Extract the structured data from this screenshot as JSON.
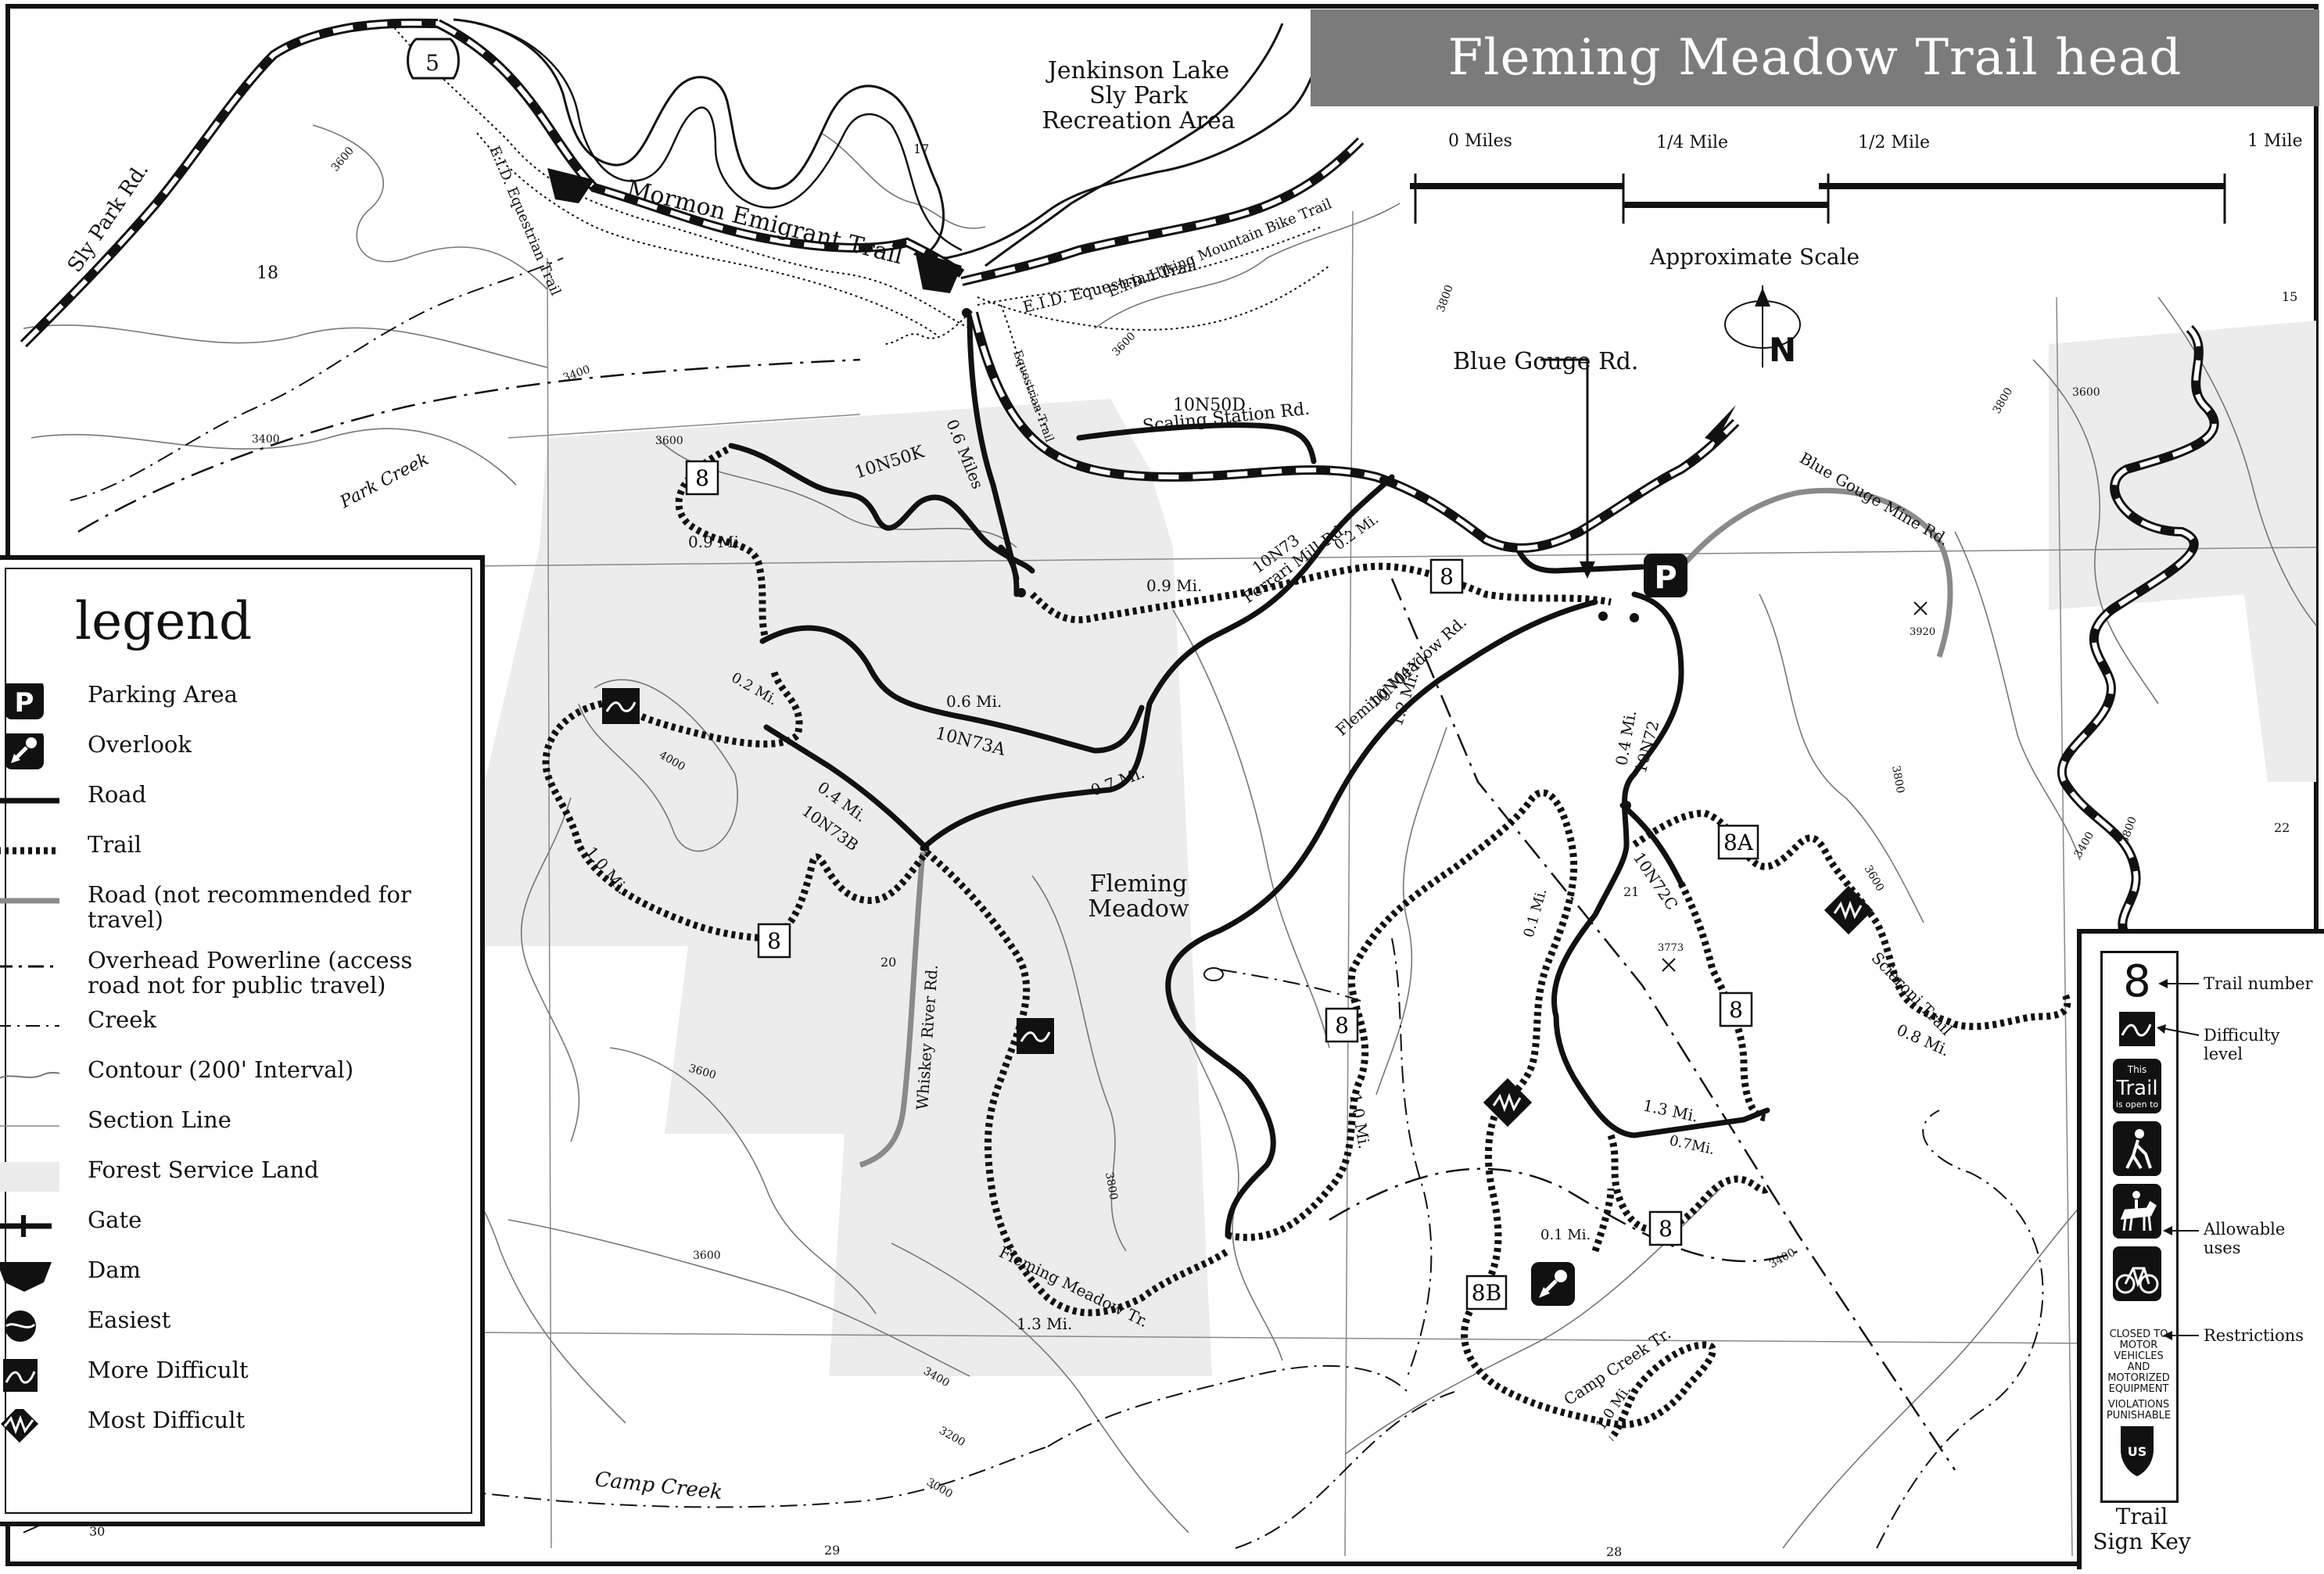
{
  "title": "Fleming Meadow Trail head",
  "scale": {
    "labels": [
      "0 Miles",
      "1/4 Mile",
      "1/2 Mile",
      "1 Mile"
    ],
    "caption": "Approximate Scale"
  },
  "legend": {
    "heading": "legend",
    "items": [
      {
        "symbol": "parking-icon",
        "label": "Parking Area"
      },
      {
        "symbol": "overlook-icon",
        "label": "Overlook"
      },
      {
        "symbol": "road-line",
        "label": "Road"
      },
      {
        "symbol": "trail-line",
        "label": "Trail"
      },
      {
        "symbol": "gray-road-line",
        "label": "Road (not recommended for travel)"
      },
      {
        "symbol": "powerline-line",
        "label": "Overhead Powerline (access road not for public travel)"
      },
      {
        "symbol": "creek-line",
        "label": "Creek"
      },
      {
        "symbol": "contour-line",
        "label": "Contour (200' Interval)"
      },
      {
        "symbol": "section-line",
        "label": "Section Line"
      },
      {
        "symbol": "forest-land-swatch",
        "label": "Forest Service Land"
      },
      {
        "symbol": "gate-icon",
        "label": "Gate"
      },
      {
        "symbol": "dam-icon",
        "label": "Dam"
      },
      {
        "symbol": "easiest-icon",
        "label": "Easiest"
      },
      {
        "symbol": "more-difficult-icon",
        "label": "More Difficult"
      },
      {
        "symbol": "most-difficult-icon",
        "label": "Most Difficult"
      }
    ]
  },
  "trail_sign_key": {
    "title": "Trail Sign Key",
    "trail_number_sample": "8",
    "trail_sign_words": [
      "This",
      "Trail",
      "is open to"
    ],
    "restriction_text": "CLOSED TO MOTOR VEHICLES AND MOTORIZED EQUIPMENT",
    "violation_text": "VIOLATIONS PUNISHABLE",
    "callouts": [
      "Trail number",
      "Difficulty level",
      "Allowable uses",
      "Restrictions"
    ]
  },
  "places": {
    "lake": "Jenkinson Lake Sly Park Recreation Area",
    "meadow": "Fleming Meadow",
    "blue_gouge_rd": "Blue Gouge Rd."
  },
  "road_labels": {
    "sly_park": "Sly Park Rd.",
    "mormon": "Mormon Emigrant Trail",
    "route_shield": "5",
    "eid_equestrian_upper": "E.I.D. Equestrian Trail",
    "eid_hiking": "E.I.D. Hiking Mountain Bike Trail",
    "eid_equestrian_lower": "E.I.D. Equestrian Trail",
    "equestrian_short": "Equestrian Trail",
    "scaling_station_id": "10N50D",
    "scaling_station": "Scaling Station Rd.",
    "ten_n50k": "10N50K",
    "ferrari_id": "10N73",
    "ferrari": "Ferrari Mill Rd.",
    "ten_n73a": "10N73A",
    "ten_n73b": "10N73B",
    "fleming_rd_id": "10N01Y",
    "fleming_rd": "Fleming Meadow Rd.",
    "ten_n72": "10N72",
    "ten_n72c": "10N72C",
    "blue_gouge_mine": "Blue Gouge Mine Rd.",
    "whiskey": "Whiskey River Rd.",
    "sciaroni": "Sciaroni Trail",
    "fleming_tr": "Fleming Meadow Tr.",
    "camp_creek_tr": "Camp Creek Tr.",
    "park_creek": "Park Creek",
    "camp_creek": "Camp Creek"
  },
  "distances": {
    "d06_miles": "0.6 Miles",
    "d09_mi_left": "0.9 Mi.",
    "d09_mi_mid": "0.9 Mi.",
    "d02_mi_a": "0.2 Mi.",
    "d02_mi_b": "0.2 Mi.",
    "d06_mi": "0.6 Mi.",
    "d04_mi_left": "0.4 Mi.",
    "d07_mi": "0.7 Mi.",
    "d10_mi_left": "1.0 Mi.",
    "d12_mi": "1.2 Mi.",
    "d04_mi_right": "0.4 Mi.",
    "d01_mi_a": "0.1 Mi.",
    "d01_mi_b": "0.1 Mi.",
    "d10_mi_mid": "1.0 Mi.",
    "d13_mi_a": "1.3 Mi.",
    "d13_mi_b": "1.3 Mi.",
    "d07_mi_b": "0.7Mi.",
    "d08_mi": "0.8 Mi.",
    "d10_mi_right": "1.0 Mi."
  },
  "trail_markers": [
    "8",
    "8",
    "8",
    "8",
    "8",
    "8",
    "8A",
    "8B"
  ],
  "section_numbers": [
    "18",
    "17",
    "15",
    "20",
    "21",
    "22",
    "29",
    "28",
    "30"
  ],
  "contour_labels": [
    "3600",
    "3400",
    "3400",
    "3800",
    "3600",
    "3600",
    "4000",
    "3800",
    "3600",
    "3400",
    "3200",
    "3000",
    "3600",
    "3800",
    "3600",
    "3800",
    "3400",
    "3600",
    "3800",
    "3400"
  ],
  "peaks": {
    "blue_gouge_peak": "3920",
    "interior_peak": "3773"
  },
  "colors": {
    "ink": "#111111",
    "forest_land": "#ececec",
    "banner": "#7b7b7b",
    "gray_road": "#8a8a8a"
  }
}
